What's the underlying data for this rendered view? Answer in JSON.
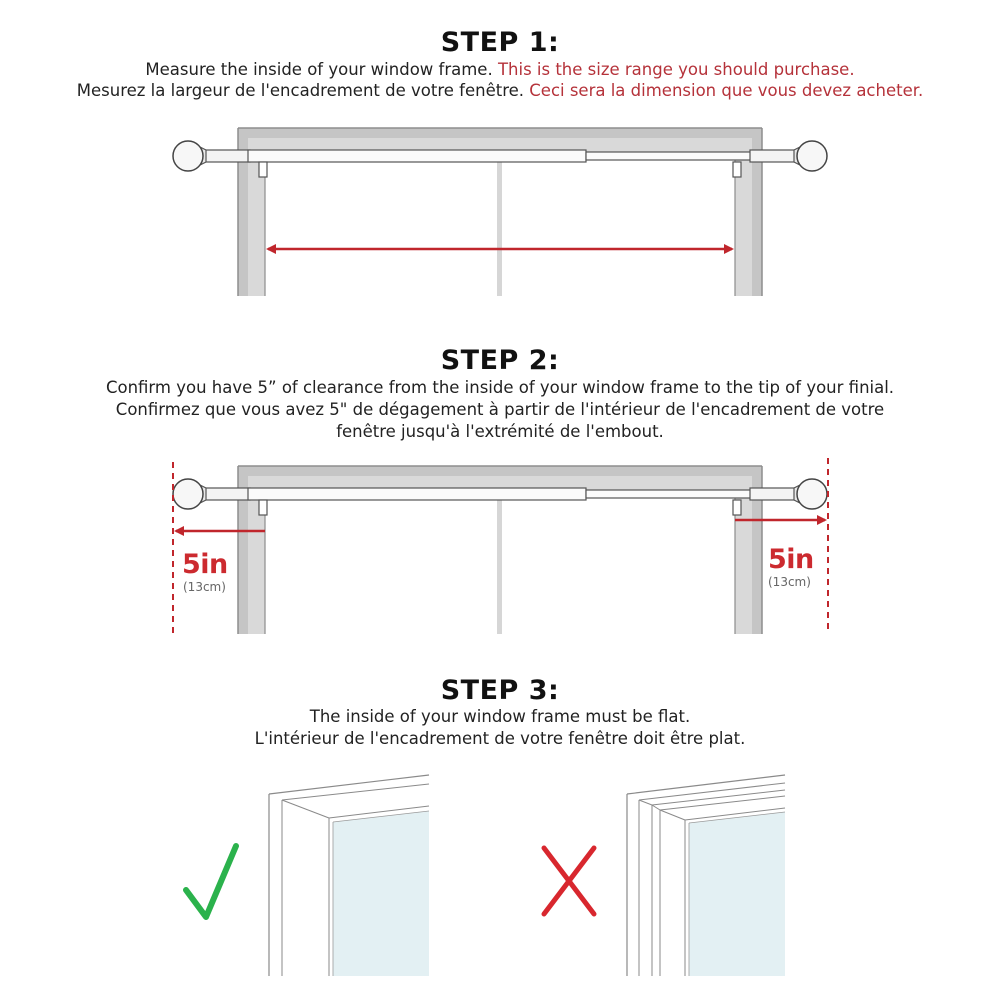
{
  "step1": {
    "title": "STEP 1:",
    "line1_en": "Measure the inside of your window frame. ",
    "line1_en_red": "This is the size range you should purchase.",
    "line2_fr": "Mesurez la largeur de l'encadrement de votre fenêtre. ",
    "line2_fr_red": "Ceci sera la dimension que vous devez acheter."
  },
  "step2": {
    "title": "STEP 2:",
    "line1_en": "Confirm you have 5” of clearance from the inside of your window frame to the tip of your finial.",
    "line2_fr": "Confirmez que vous avez 5\" de dégagement à partir de l'intérieur de l'encadrement de votre",
    "line3_fr": "fenêtre jusqu'à l'extrémité de l'embout.",
    "left_dim": "5in",
    "left_dim_metric": "(13cm)",
    "right_dim": "5in",
    "right_dim_metric": "(13cm)"
  },
  "step3": {
    "title": "STEP 3:",
    "line1_en": "The inside of your window frame must be flat.",
    "line2_fr": "L'intérieur de l'encadrement de votre fenêtre doit être plat."
  },
  "icons": {
    "correct": "checkmark-icon",
    "incorrect": "x-mark-icon"
  },
  "colors": {
    "accent_red": "#c0262c",
    "check_green": "#2bb24c",
    "frame_gray": "#b8b8b8",
    "glass_blue": "#e3f0f3"
  }
}
